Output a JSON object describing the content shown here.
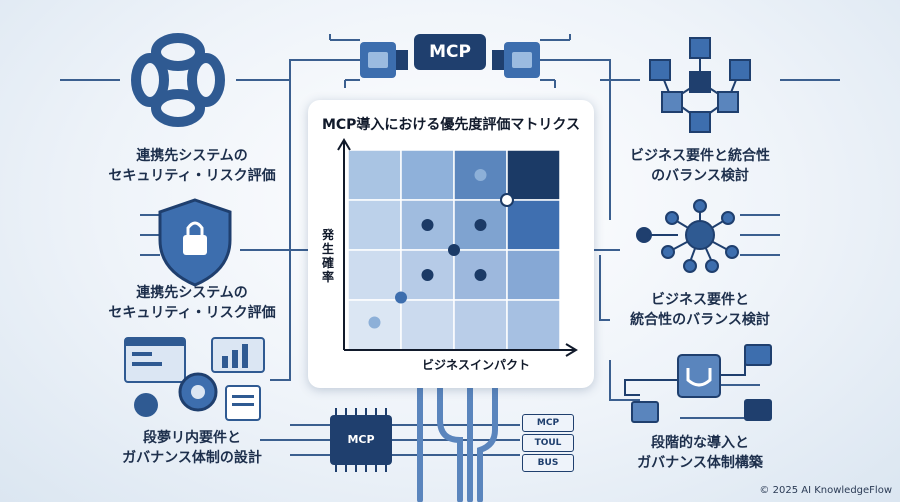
{
  "panel": {
    "title": "MCP導入における優先度評価マトリクス",
    "y_axis": "発生確率",
    "x_axis": "ビジネスインパクト"
  },
  "hub_label": "MCP",
  "chip_label": "MCP",
  "bus_tags": [
    "MCP",
    "TOUL",
    "BUS"
  ],
  "captions": {
    "left_top": [
      "連携先システムの",
      "セキュリティ・リスク評価"
    ],
    "left_mid": [
      "連携先システムの",
      "セキュリティ・リスク評価"
    ],
    "left_bottom": [
      "段夢リ内要件と",
      "ガバナンス体制の設計"
    ],
    "right_top": [
      "ビジネス要件と統合性",
      "のバランス検討"
    ],
    "right_mid": [
      "ビジネス要件と",
      "統合性のバランス検討"
    ],
    "right_bottom": [
      "段階的な導入と",
      "ガバナンス体制構築"
    ]
  },
  "matrix": {
    "rows": 4,
    "cols": 4,
    "cell_shades": [
      [
        "#a9c4e3",
        "#8fb1da",
        "#5b86bd",
        "#1b3a66"
      ],
      [
        "#bcd1ea",
        "#a0bcdf",
        "#7fa3d0",
        "#3f6fb0"
      ],
      [
        "#cddcef",
        "#b6cbe7",
        "#9db8dd",
        "#86a8d5"
      ],
      [
        "#dbe6f3",
        "#cbdaee",
        "#b9cde8",
        "#a6c0e2"
      ]
    ],
    "points": [
      {
        "col": 0.5,
        "row": 3.45,
        "tone": "light"
      },
      {
        "col": 1.0,
        "row": 2.95,
        "tone": "mid"
      },
      {
        "col": 1.5,
        "row": 2.5,
        "tone": "dark"
      },
      {
        "col": 2.5,
        "row": 2.5,
        "tone": "dark"
      },
      {
        "col": 2.0,
        "row": 2.0,
        "tone": "dark"
      },
      {
        "col": 1.5,
        "row": 1.5,
        "tone": "dark"
      },
      {
        "col": 2.5,
        "row": 1.5,
        "tone": "dark"
      },
      {
        "col": 2.5,
        "row": 0.5,
        "tone": "light"
      },
      {
        "col": 3.0,
        "row": 1.0,
        "tone": "white"
      }
    ]
  },
  "colors": {
    "navy": "#1f3f6e",
    "blue": "#3d6eae",
    "light": "#8db0d8"
  },
  "copyright": "© 2025 AI KnowledgeFlow"
}
